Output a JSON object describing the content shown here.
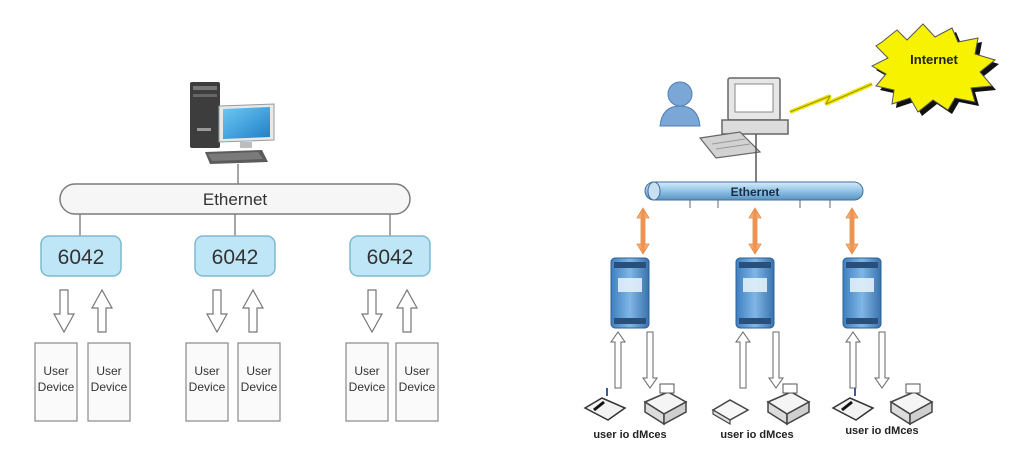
{
  "left": {
    "bus_label": "Ethernet",
    "modules": [
      {
        "label": "6042",
        "devices": [
          "User",
          "Device",
          "User",
          "Device"
        ]
      },
      {
        "label": "6042",
        "devices": [
          "User",
          "Device",
          "User",
          "Device"
        ]
      },
      {
        "label": "6042",
        "devices": [
          "User",
          "Device",
          "User",
          "Device"
        ]
      }
    ]
  },
  "right": {
    "bus_label": "Ethernet",
    "cloud_label": "Internet",
    "device_captions": [
      "user io dMces",
      "user io dMces",
      "user io dMces"
    ]
  },
  "colors": {
    "module_fill": "#bfe6f7",
    "module_stroke": "#7fb8cf",
    "bus_blue": "#8fc3e6",
    "cloud_yellow": "#f7f200",
    "arrow_orange": "#f2a66a"
  }
}
